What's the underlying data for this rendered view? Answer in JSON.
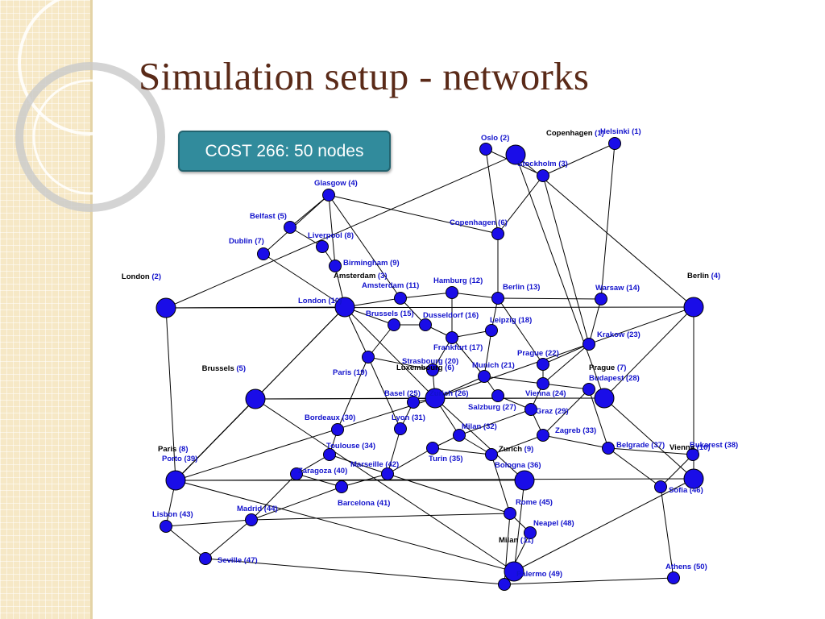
{
  "slide": {
    "title": "Simulation setup - networks",
    "badge": "COST 266:  50 nodes"
  },
  "colors": {
    "title": "#5a2a18",
    "badge_bg": "#318b9c",
    "node_fill": "#1a0de8",
    "node_stroke": "#000000",
    "small_label": "#1212cc",
    "big_label": "#000000",
    "big_label_number": "#1212cc",
    "link": "#000000"
  },
  "big_nodes": [
    {
      "id": "b_helsinki_top",
      "name": "Copenhagen",
      "num": "(1)",
      "label": "Copenhagen (1)"
    },
    {
      "id": "b_amsterdam",
      "name": "Amsterdam",
      "num": "(3)",
      "label": "Amsterdam (3)"
    },
    {
      "id": "b_london",
      "name": "London",
      "num": "(2)",
      "label": "London (2)"
    },
    {
      "id": "b_berlin",
      "name": "Berlin",
      "num": "(4)",
      "label": "Berlin (4)"
    },
    {
      "id": "b_brussels",
      "name": "Brussels",
      "num": "(5)",
      "label": "Brussels (5)"
    },
    {
      "id": "b_luxembourg",
      "name": "Luxembourg",
      "num": "(6)",
      "label": "Luxembourg (6)"
    },
    {
      "id": "b_prague",
      "name": "Prague",
      "num": "(7)",
      "label": "Prague (7)"
    },
    {
      "id": "b_paris",
      "name": "Paris",
      "num": "(8)",
      "label": "Paris (8)"
    },
    {
      "id": "b_zurich",
      "name": "Zurich",
      "num": "(9)",
      "label": "Zurich (9)"
    },
    {
      "id": "b_vienna",
      "name": "Vienna",
      "num": "(10)",
      "label": "Vienna (10)"
    },
    {
      "id": "b_milan",
      "name": "Milan",
      "num": "(11)",
      "label": "Milan (11)"
    }
  ],
  "small_nodes": [
    {
      "id": "helsinki",
      "label": "Helsinki (1)"
    },
    {
      "id": "oslo",
      "label": "Oslo (2)"
    },
    {
      "id": "stockholm",
      "label": "Stockholm (3)"
    },
    {
      "id": "glasgow",
      "label": "Glasgow (4)"
    },
    {
      "id": "belfast",
      "label": "Belfast (5)"
    },
    {
      "id": "copenhagen6",
      "label": "Copenhagen (6)"
    },
    {
      "id": "dublin",
      "label": "Dublin (7)"
    },
    {
      "id": "liverpool",
      "label": "Liverpool (8)"
    },
    {
      "id": "birmingham",
      "label": "Birmingham (9)"
    },
    {
      "id": "london10",
      "label": "London (10)"
    },
    {
      "id": "amsterdam11",
      "label": "Amsterdam (11)"
    },
    {
      "id": "hamburg",
      "label": "Hamburg (12)"
    },
    {
      "id": "berlin13",
      "label": "Berlin (13)"
    },
    {
      "id": "warsaw",
      "label": "Warsaw (14)"
    },
    {
      "id": "brussels15",
      "label": "Brussels (15)"
    },
    {
      "id": "dusseldorf",
      "label": "Dusseldorf (16)"
    },
    {
      "id": "frankfurt",
      "label": "Frankfurt (17)"
    },
    {
      "id": "leipzig",
      "label": "Leipzig (18)"
    },
    {
      "id": "paris19",
      "label": "Paris (19)"
    },
    {
      "id": "strasbourg",
      "label": "Strasbourg (20)"
    },
    {
      "id": "munich",
      "label": "Munich (21)"
    },
    {
      "id": "prague22",
      "label": "Prague (22)"
    },
    {
      "id": "krakow",
      "label": "Krakow (23)"
    },
    {
      "id": "vienna24",
      "label": "Vienna (24)"
    },
    {
      "id": "basel",
      "label": "Basel (25)"
    },
    {
      "id": "zurich26",
      "label": "Zurich (26)"
    },
    {
      "id": "salzburg",
      "label": "Salzburg (27)"
    },
    {
      "id": "budapest",
      "label": "Budapest (28)"
    },
    {
      "id": "graz",
      "label": "Graz (29)"
    },
    {
      "id": "bordeaux",
      "label": "Bordeaux (30)"
    },
    {
      "id": "lyon",
      "label": "Lyon (31)"
    },
    {
      "id": "milan32",
      "label": "Milan (32)"
    },
    {
      "id": "zagreb",
      "label": "Zagreb (33)"
    },
    {
      "id": "toulouse",
      "label": "Toulouse (34)"
    },
    {
      "id": "turin",
      "label": "Turin (35)"
    },
    {
      "id": "bologna",
      "label": "Bologna (36)"
    },
    {
      "id": "belgrade",
      "label": "Belgrade (37)"
    },
    {
      "id": "bukarest",
      "label": "Bukarest (38)"
    },
    {
      "id": "porto",
      "label": "Porto (39)"
    },
    {
      "id": "zaragoza",
      "label": "Zaragoza (40)"
    },
    {
      "id": "barcelona",
      "label": "Barcelona (41)"
    },
    {
      "id": "marseille",
      "label": "Marseille (42)"
    },
    {
      "id": "lisbon",
      "label": "Lisbon (43)"
    },
    {
      "id": "madrid",
      "label": "Madrid (44)"
    },
    {
      "id": "rome",
      "label": "Rome (45)"
    },
    {
      "id": "sofia",
      "label": "Sofia (46)"
    },
    {
      "id": "seville",
      "label": "Seville (47)"
    },
    {
      "id": "neapel",
      "label": "Neapel (48)"
    },
    {
      "id": "palermo",
      "label": "Palermo (49)"
    },
    {
      "id": "athens",
      "label": "Athens (50)"
    }
  ],
  "links": [
    [
      "b_helsinki_top",
      "b_berlin"
    ],
    [
      "b_helsinki_top",
      "b_london"
    ],
    [
      "b_helsinki_top",
      "b_prague"
    ],
    [
      "b_london",
      "b_berlin"
    ],
    [
      "b_london",
      "b_paris"
    ],
    [
      "b_london",
      "b_amsterdam"
    ],
    [
      "b_brussels",
      "b_prague"
    ],
    [
      "b_brussels",
      "b_paris"
    ],
    [
      "b_brussels",
      "b_luxembourg"
    ],
    [
      "b_brussels",
      "b_milan"
    ],
    [
      "b_paris",
      "b_amsterdam"
    ],
    [
      "b_paris",
      "b_luxembourg"
    ],
    [
      "b_paris",
      "b_zurich"
    ],
    [
      "b_paris",
      "b_vienna"
    ],
    [
      "b_paris",
      "b_milan"
    ],
    [
      "b_berlin",
      "b_vienna"
    ],
    [
      "b_berlin",
      "b_luxembourg"
    ],
    [
      "b_berlin",
      "b_prague"
    ],
    [
      "b_prague",
      "b_luxembourg"
    ],
    [
      "b_prague",
      "b_vienna"
    ],
    [
      "b_zurich",
      "b_luxembourg"
    ],
    [
      "b_zurich",
      "b_milan"
    ],
    [
      "b_vienna",
      "b_milan"
    ],
    [
      "b_luxembourg",
      "b_amsterdam"
    ],
    [
      "oslo",
      "stockholm"
    ],
    [
      "oslo",
      "copenhagen6"
    ],
    [
      "stockholm",
      "helsinki"
    ],
    [
      "stockholm",
      "copenhagen6"
    ],
    [
      "helsinki",
      "warsaw"
    ],
    [
      "stockholm",
      "krakow"
    ],
    [
      "copenhagen6",
      "berlin13"
    ],
    [
      "copenhagen6",
      "glasgow"
    ],
    [
      "glasgow",
      "birmingham"
    ],
    [
      "glasgow",
      "amsterdam11"
    ],
    [
      "belfast",
      "liverpool"
    ],
    [
      "belfast",
      "glasgow"
    ],
    [
      "dublin",
      "london10"
    ],
    [
      "dublin",
      "glasgow"
    ],
    [
      "liverpool",
      "birmingham"
    ],
    [
      "birmingham",
      "london10"
    ],
    [
      "london10",
      "amsterdam11"
    ],
    [
      "london10",
      "brussels15"
    ],
    [
      "london10",
      "paris19"
    ],
    [
      "london10",
      "porto"
    ],
    [
      "amsterdam11",
      "hamburg"
    ],
    [
      "amsterdam11",
      "dusseldorf"
    ],
    [
      "hamburg",
      "berlin13"
    ],
    [
      "hamburg",
      "frankfurt"
    ],
    [
      "berlin13",
      "warsaw"
    ],
    [
      "berlin13",
      "leipzig"
    ],
    [
      "berlin13",
      "prague22"
    ],
    [
      "warsaw",
      "krakow"
    ],
    [
      "brussels15",
      "dusseldorf"
    ],
    [
      "brussels15",
      "paris19"
    ],
    [
      "dusseldorf",
      "frankfurt"
    ],
    [
      "frankfurt",
      "leipzig"
    ],
    [
      "frankfurt",
      "strasbourg"
    ],
    [
      "frankfurt",
      "munich"
    ],
    [
      "leipzig",
      "munich"
    ],
    [
      "prague22",
      "vienna24"
    ],
    [
      "prague22",
      "krakow"
    ],
    [
      "krakow",
      "vienna24"
    ],
    [
      "munich",
      "vienna24"
    ],
    [
      "munich",
      "zurich26"
    ],
    [
      "munich",
      "salzburg"
    ],
    [
      "strasbourg",
      "zurich26"
    ],
    [
      "paris19",
      "strasbourg"
    ],
    [
      "paris19",
      "bordeaux"
    ],
    [
      "paris19",
      "lyon"
    ],
    [
      "basel",
      "zurich26"
    ],
    [
      "basel",
      "lyon"
    ],
    [
      "zurich26",
      "milan32"
    ],
    [
      "salzburg",
      "graz"
    ],
    [
      "vienna24",
      "graz"
    ],
    [
      "vienna24",
      "budapest"
    ],
    [
      "budapest",
      "zagreb"
    ],
    [
      "budapest",
      "belgrade"
    ],
    [
      "graz",
      "zagreb"
    ],
    [
      "graz",
      "milan32"
    ],
    [
      "zagreb",
      "belgrade"
    ],
    [
      "zagreb",
      "bologna"
    ],
    [
      "belgrade",
      "bukarest"
    ],
    [
      "belgrade",
      "sofia"
    ],
    [
      "bukarest",
      "sofia"
    ],
    [
      "sofia",
      "athens"
    ],
    [
      "athens",
      "palermo"
    ],
    [
      "milan32",
      "turin"
    ],
    [
      "milan32",
      "bologna"
    ],
    [
      "turin",
      "bologna"
    ],
    [
      "bologna",
      "rome"
    ],
    [
      "rome",
      "neapel"
    ],
    [
      "neapel",
      "palermo"
    ],
    [
      "rome",
      "palermo"
    ],
    [
      "lyon",
      "marseille"
    ],
    [
      "marseille",
      "turin"
    ],
    [
      "marseille",
      "rome"
    ],
    [
      "bordeaux",
      "toulouse"
    ],
    [
      "toulouse",
      "marseille"
    ],
    [
      "toulouse",
      "zaragoza"
    ],
    [
      "zaragoza",
      "barcelona"
    ],
    [
      "zaragoza",
      "madrid"
    ],
    [
      "barcelona",
      "marseille"
    ],
    [
      "barcelona",
      "madrid"
    ],
    [
      "madrid",
      "lisbon"
    ],
    [
      "madrid",
      "seville"
    ],
    [
      "porto",
      "lisbon"
    ],
    [
      "lisbon",
      "seville"
    ],
    [
      "seville",
      "palermo"
    ],
    [
      "madrid",
      "rome"
    ]
  ]
}
